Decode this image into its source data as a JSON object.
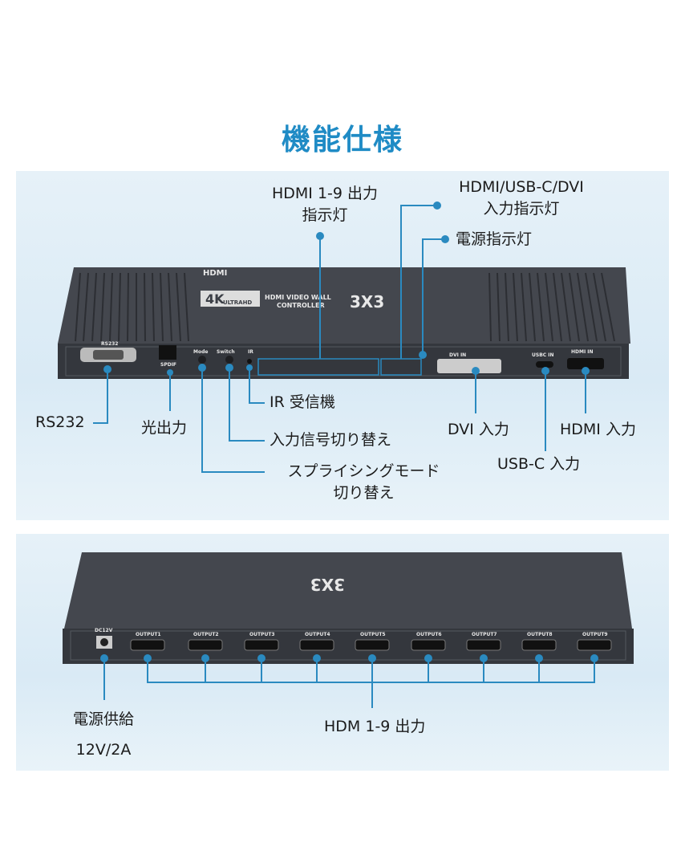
{
  "title": "機能仕様",
  "front": {
    "device": {
      "brand": "HDMI",
      "badge_4k": "4K",
      "badge_sub": "ULTRAHD",
      "name_line1": "HDMI VIDEO WALL",
      "name_line2": "CONTROLLER",
      "model": "3X3",
      "ports": {
        "rs232": "RS232",
        "spdif": "SPDIF",
        "mode": "Mode",
        "switch": "Switch",
        "ir": "IR",
        "dvi_in": "DVI IN",
        "usbc_in": "USBC IN",
        "hdmi_in": "HDMI IN"
      }
    },
    "callouts": {
      "hdmi_out_led_1": "HDMI 1-9 出力",
      "hdmi_out_led_2": "指示灯",
      "input_led_1": "HDMI/USB-C/DVI",
      "input_led_2": "入力指示灯",
      "power_led": "電源指示灯",
      "ir": "IR 受信機",
      "rs232": "RS232",
      "optical": "光出力",
      "input_switch": "入力信号切り替え",
      "mode_1": "スプライシングモード",
      "mode_2": "切り替え",
      "dvi": "DVI 入力",
      "usbc": "USB-C 入力",
      "hdmi": "HDMI 入力"
    }
  },
  "back": {
    "device": {
      "dc": "DC12V",
      "outputs": [
        "OUTPUT1",
        "OUTPUT2",
        "OUTPUT3",
        "OUTPUT4",
        "OUTPUT5",
        "OUTPUT6",
        "OUTPUT7",
        "OUTPUT8",
        "OUTPUT9"
      ]
    },
    "callouts": {
      "power_1": "電源供給",
      "power_2": "12V/2A",
      "outputs": "HDM 1-9 出力"
    }
  },
  "colors": {
    "accent": "#1f8bc5",
    "device": "#3b3e45"
  }
}
